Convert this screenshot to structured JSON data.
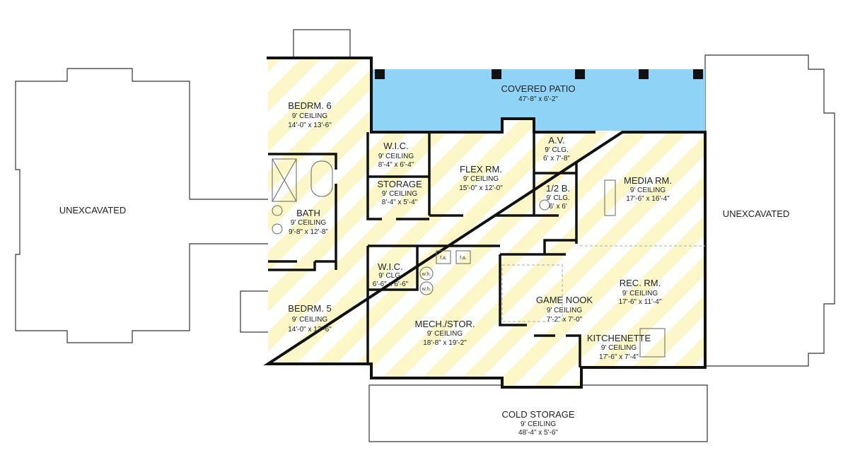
{
  "colors": {
    "patio": "#8fd3f7",
    "stripe": "#fbf7c8",
    "wall": "#111111"
  },
  "unexcavated": {
    "left": "UNEXCAVATED",
    "right": "UNEXCAVATED"
  },
  "rooms": {
    "covered_patio": {
      "name": "COVERED PATIO",
      "size": "47'-8\" x 6'-2\""
    },
    "bedrm6": {
      "name": "BEDRM. 6",
      "ceiling": "9' CEILING",
      "size": "14'-0\" x 13'-6\""
    },
    "wic_upper": {
      "name": "W.I.C.",
      "ceiling": "9' CEILING",
      "size": "8'-4\" x 6'-4\""
    },
    "storage": {
      "name": "STORAGE",
      "ceiling": "9' CEILING",
      "size": "8'-4\" x 5'-4\""
    },
    "flex": {
      "name": "FLEX RM.",
      "ceiling": "9' CEILING",
      "size": "15'-0\" x 12'-0\""
    },
    "av": {
      "name": "A.V.",
      "ceiling": "9' CLG.",
      "size": "6' x 7'-8\""
    },
    "half_bath": {
      "name": "1/2 B.",
      "ceiling": "9' CLG.",
      "size": "6' x 6'"
    },
    "media": {
      "name": "MEDIA RM.",
      "ceiling": "9' CEILING",
      "size": "17'-6\" x 16'-4\""
    },
    "bath": {
      "name": "BATH",
      "ceiling": "9' CEILING",
      "size": "9'-8\" x 12'-8\""
    },
    "wic_lower": {
      "name": "W.I.C.",
      "ceiling": "9' CLG.",
      "size": "6'-6\" x 6'-6\""
    },
    "bedrm5": {
      "name": "BEDRM. 5",
      "ceiling": "9' CEILING",
      "size": "14'-0\" x 13'-6\""
    },
    "mech": {
      "name": "MECH./STOR.",
      "ceiling": "9' CEILING",
      "size": "18'-8\" x 19'-2\""
    },
    "game_nook": {
      "name": "GAME NOOK",
      "ceiling": "9' CEILING",
      "size": "7'-2\" x 7'-0\""
    },
    "rec": {
      "name": "REC. RM.",
      "ceiling": "9' CEILING",
      "size": "17'-6\" x 11'-4\""
    },
    "kitchenette": {
      "name": "KITCHENETTE",
      "ceiling": "9' CEILING",
      "size": "17'-6\" x 7'-4\""
    },
    "cold_storage": {
      "name": "COLD STORAGE",
      "ceiling": "9' CEILING",
      "size": "48'-4\" x 5'-6\""
    }
  },
  "fixtures": {
    "fa": "f.a.",
    "wh": "w.h."
  }
}
